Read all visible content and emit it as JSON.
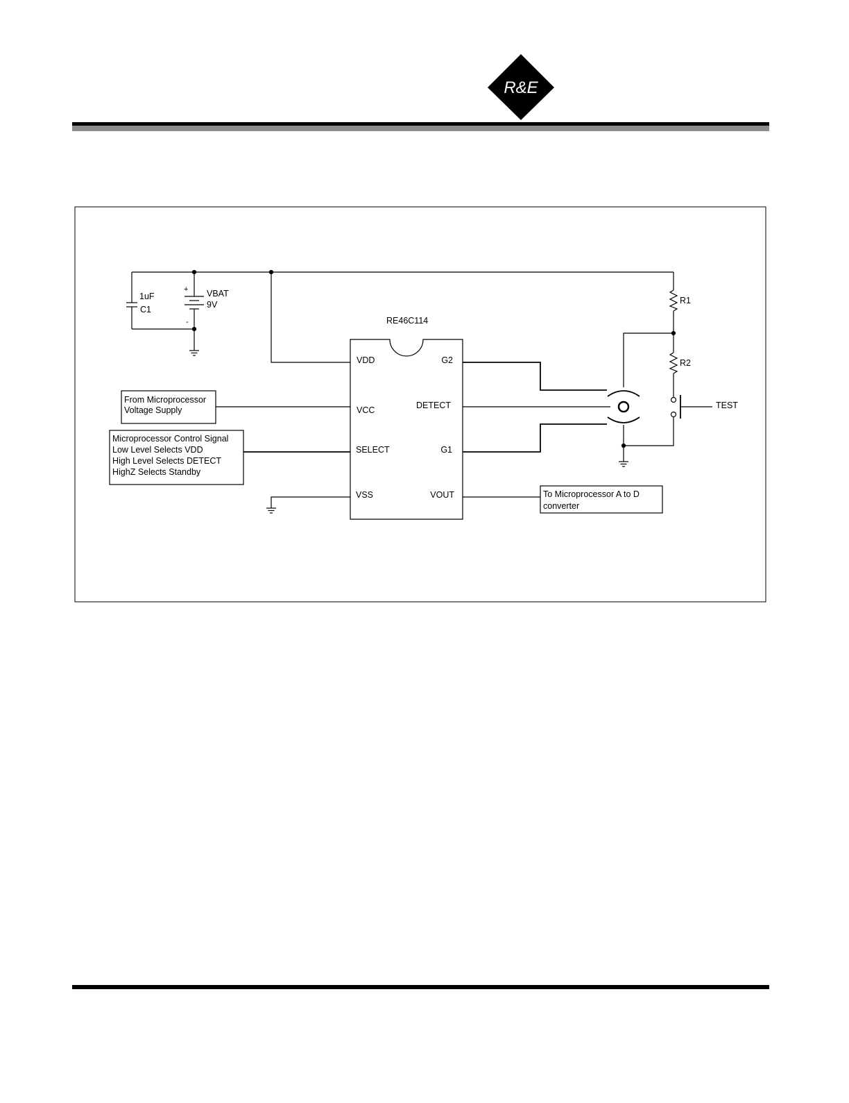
{
  "header": {
    "logo_text": "R&E"
  },
  "schematic": {
    "ic": {
      "part_number": "RE46C114",
      "pins_left": [
        "VDD",
        "VCC",
        "SELECT",
        "VSS"
      ],
      "pins_right": [
        "G2",
        "DETECT",
        "G1",
        "VOUT"
      ]
    },
    "capacitor": {
      "value": "1uF",
      "ref": "C1"
    },
    "battery": {
      "name": "VBAT",
      "voltage": "9V",
      "plus": "+",
      "minus": "-"
    },
    "resistors": [
      "R1",
      "R2"
    ],
    "test_switch_label": "TEST",
    "boxes": {
      "supply": [
        "From Microprocessor",
        "Voltage Supply"
      ],
      "control": [
        "Microprocessor Control Signal",
        "Low Level Selects VDD",
        "High Level Selects DETECT",
        "HighZ Selects Standby"
      ],
      "output": [
        "To Microprocessor A to D",
        "converter"
      ]
    }
  },
  "colors": {
    "rule_dark": "#000000",
    "rule_light": "#8c8c8c",
    "ink": "#000000"
  }
}
